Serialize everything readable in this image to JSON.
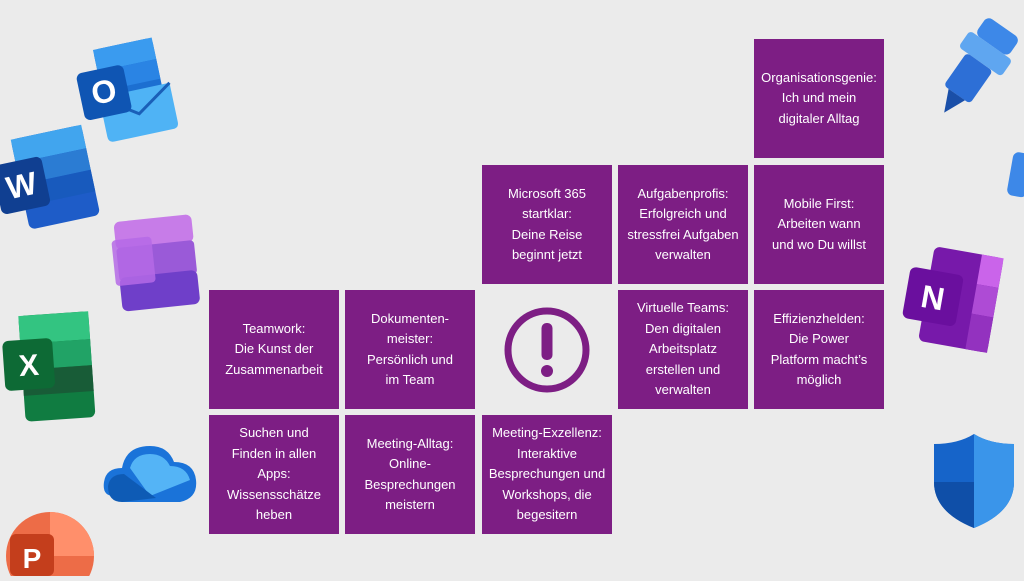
{
  "tiles": [
    {
      "id": "organisationsgenie",
      "text": "Organisationsgenie:\nIch und mein\ndigitaler Alltag"
    },
    {
      "id": "m365",
      "text": "Microsoft 365\nstartklar:\nDeine Reise\nbeginnt jetzt"
    },
    {
      "id": "aufgabenprofis",
      "text": "Aufgabenprofis:\nErfolgreich und\nstressfrei Aufgaben\nverwalten"
    },
    {
      "id": "mobile-first",
      "text": "Mobile First:\nArbeiten wann\nund wo Du willst"
    },
    {
      "id": "teamwork",
      "text": "Teamwork:\nDie Kunst der\nZusammenarbeit"
    },
    {
      "id": "dokumentenmeister",
      "text": "Dokumenten-\nmeister:\nPersönlich und\nim Team"
    },
    {
      "id": "virtuelle-teams",
      "text": "Virtuelle Teams:\nDen digitalen\nArbeitsplatz\nerstellen und\nverwalten"
    },
    {
      "id": "effizienzhelden",
      "text": "Effizienzhelden:\nDie Power\nPlatform macht’s\nmöglich"
    },
    {
      "id": "suchen-finden",
      "text": "Suchen und\nFinden in allen\nApps:\nWissensschätze\nheben"
    },
    {
      "id": "meeting-alltag",
      "text": "Meeting-Alltag:\nOnline-\nBesprechungen\nmeistern"
    },
    {
      "id": "meeting-exzellenz",
      "text": "Meeting-Exzellenz:\nInteraktive\nBesprechungen und\nWorkshops, die\nbegesitern"
    }
  ],
  "icons": {
    "outlook_letter": "O",
    "word_letter": "W",
    "excel_letter": "X",
    "onenote_letter": "N",
    "powerpoint_letter": "P"
  },
  "colors": {
    "tile": "#7d1e84",
    "background": "#ebebeb"
  }
}
